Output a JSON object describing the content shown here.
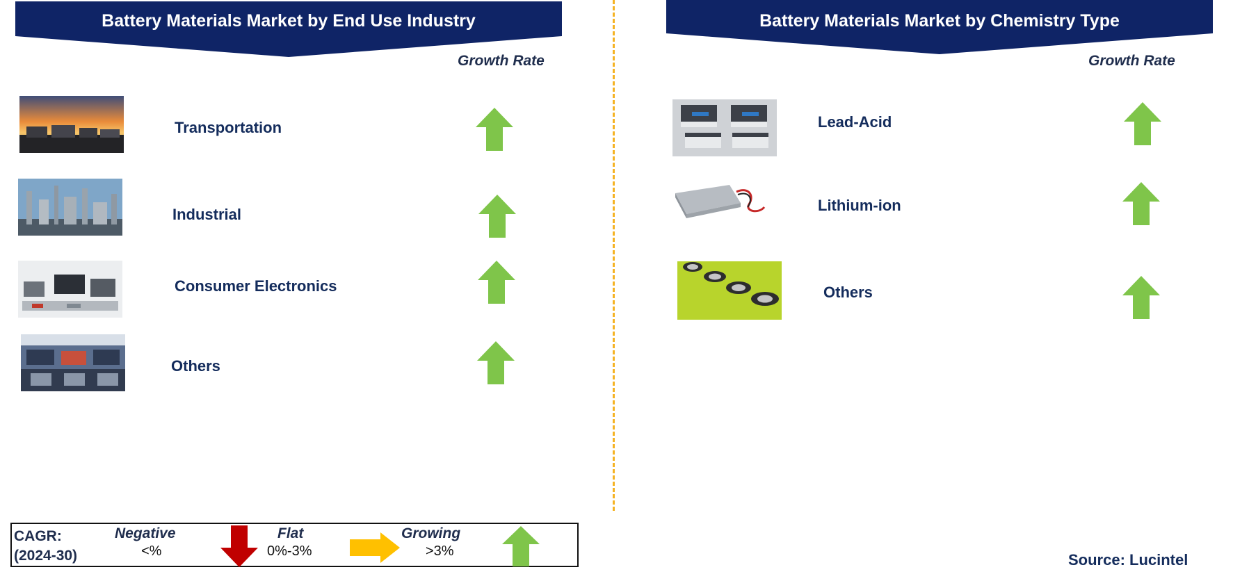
{
  "left_panel": {
    "title": "Battery Materials Market by End Use Industry",
    "growth_header": "Growth Rate",
    "rows": [
      {
        "label": "Transportation",
        "growth": "growing"
      },
      {
        "label": "Industrial",
        "growth": "growing"
      },
      {
        "label": "Consumer Electronics",
        "growth": "growing"
      },
      {
        "label": "Others",
        "growth": "growing"
      }
    ]
  },
  "right_panel": {
    "title": "Battery Materials Market by Chemistry Type",
    "growth_header": "Growth Rate",
    "rows": [
      {
        "label": "Lead-Acid",
        "growth": "growing"
      },
      {
        "label": "Lithium-ion",
        "growth": "growing"
      },
      {
        "label": "Others",
        "growth": "growing"
      }
    ]
  },
  "legend": {
    "cagr_label": "CAGR:",
    "period": "(2024-30)",
    "negative": {
      "label": "Negative",
      "range": "<%"
    },
    "flat": {
      "label": "Flat",
      "range": "0%-3%"
    },
    "growing": {
      "label": "Growing",
      "range": ">3%"
    }
  },
  "source": "Source: Lucintel",
  "colors": {
    "banner": "#0f2466",
    "growing_arrow": "#7fc54a",
    "negative_arrow": "#c00000",
    "flat_arrow": "#ffc000",
    "divider": "#f5b324",
    "label_text": "#142c5c"
  },
  "icons": [
    "up-arrow-icon",
    "down-arrow-icon",
    "right-arrow-icon"
  ]
}
